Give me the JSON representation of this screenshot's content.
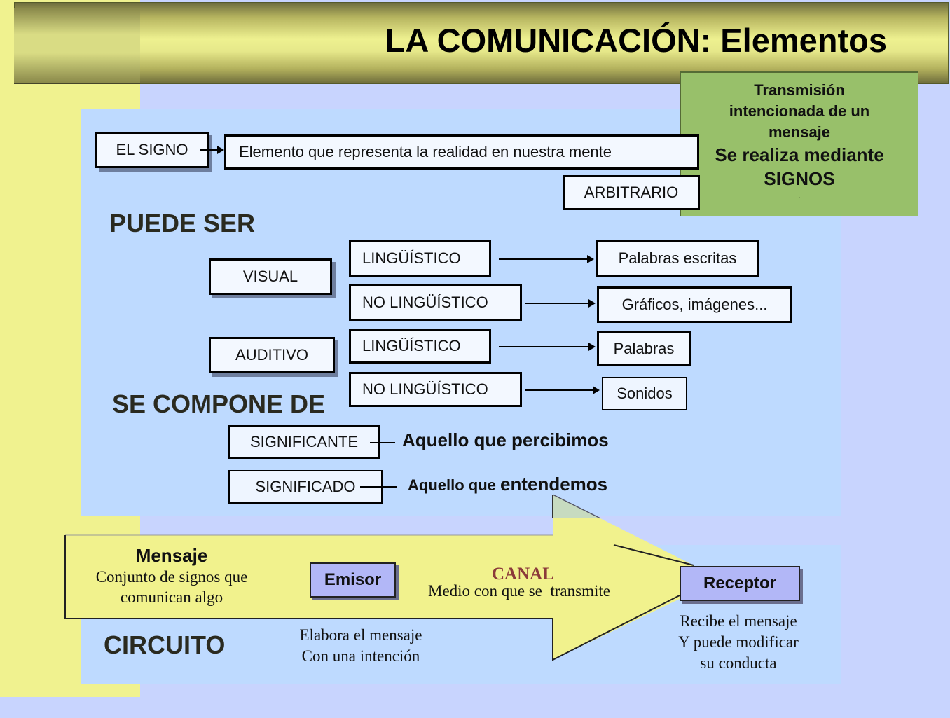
{
  "title": "LA COMUNICACIÓN: Elementos",
  "definition_box": {
    "line1": "Transmisión",
    "line2": "intencionada de un",
    "line3": "mensaje",
    "line4": "Se realiza mediante",
    "line5": "SIGNOS",
    "dot": "."
  },
  "signo": {
    "label": "EL SIGNO",
    "definition": "Elemento que representa la realidad en nuestra mente",
    "property": "ARBITRARIO"
  },
  "puede_ser": {
    "heading": "PUEDE SER",
    "visual": {
      "label": "VISUAL",
      "items": [
        {
          "type": "LINGÜÍSTICO",
          "example": "Palabras escritas"
        },
        {
          "type": "NO LINGÜÍSTICO",
          "example": "Gráficos, imágenes..."
        }
      ]
    },
    "auditivo": {
      "label": "AUDITIVO",
      "items": [
        {
          "type": "LINGÜÍSTICO",
          "example": "Palabras"
        },
        {
          "type": "NO LINGÜÍSTICO",
          "example": "Sonidos"
        }
      ]
    }
  },
  "se_compone_de": {
    "heading": "SE COMPONE DE",
    "items": [
      {
        "term": "SIGNIFICANTE",
        "meaning": "Aquello que percibimos"
      },
      {
        "term": "SIGNIFICADO",
        "meaning_a": "Aquello que ",
        "meaning_b": "entendemos"
      }
    ]
  },
  "circuito": {
    "heading": "CIRCUITO",
    "mensaje": {
      "title": "Mensaje",
      "line1": "Conjunto de signos que",
      "line2": "comunican algo"
    },
    "emisor": {
      "label": "Emisor",
      "line1": "Elabora el mensaje",
      "line2": "Con una intención"
    },
    "canal": {
      "title": "CANAL",
      "description": "Medio con que se  transmite"
    },
    "receptor": {
      "label": "Receptor",
      "line1": "Recibe el mensaje",
      "line2": "Y puede modificar",
      "line3": "su conducta"
    }
  },
  "colors": {
    "title_bar": "#eef190",
    "green_box": "#98c06a",
    "panel_blue": "#bedaff",
    "background": "#c8d4fe",
    "yellow": "#f0f28f",
    "violet_box": "#b2b7f7",
    "canal_red": "#8b3a3a"
  }
}
